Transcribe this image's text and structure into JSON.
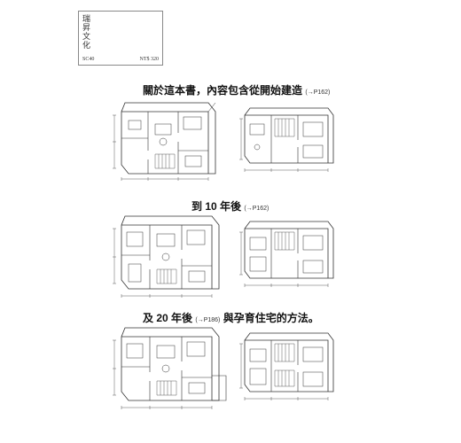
{
  "publisher": {
    "name": "瑞昇文化",
    "series_code": "SC40",
    "price": "NT$ 320"
  },
  "captions": [
    {
      "text": "關於這本書，內容包含從開始建造",
      "ref": "(→P162)"
    },
    {
      "text": "到 10 年後",
      "ref": "(→P162)"
    },
    {
      "text": "及 20 年後",
      "ref": "(→P186)",
      "suffix": "與孕育住宅的方法。"
    }
  ]
}
